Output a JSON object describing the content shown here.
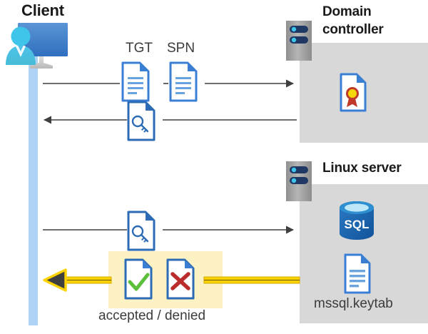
{
  "diagram": {
    "type": "kerberos-authentication-flow",
    "background": "#ffffff",
    "colors": {
      "panel_gray": "#d8d8d8",
      "lifeline_blue": "#aed2f5",
      "highlight_yellow": "#fdf2c3",
      "arrow_gray": "#3f3f3f",
      "arrow_yellow": "#f5c400",
      "doc_blue": "#3b7fd4",
      "accept_green": "#5cbf3a",
      "deny_red": "#c0392b",
      "sql_blue": "#1f63ad",
      "cert_gold": "#f2c811",
      "cert_red": "#c0392b",
      "server_gray": "#9a9a9a",
      "server_navy": "#1f3864"
    }
  },
  "client": {
    "title": "Client",
    "avatar_icon": "user-with-monitor-icon"
  },
  "domain_controller": {
    "title_line1": "Domain",
    "title_line2": "controller",
    "server_icon": "server-rack-icon",
    "contents": [
      {
        "icon": "certificate-document-icon",
        "label": ""
      }
    ]
  },
  "linux_server": {
    "title": "Linux server",
    "server_icon": "server-rack-icon",
    "contents": [
      {
        "icon": "sql-database-icon",
        "label": "SQL"
      },
      {
        "icon": "keytab-document-icon",
        "label": "mssql.keytab"
      }
    ]
  },
  "flows": [
    {
      "id": "flow-1",
      "direction": "client-to-domain-controller",
      "style": "thin-gray-arrow",
      "badges": [
        {
          "label": "TGT",
          "icon": "text-document-icon"
        },
        {
          "label": "SPN",
          "icon": "text-document-icon"
        }
      ]
    },
    {
      "id": "flow-2",
      "direction": "domain-controller-to-client",
      "style": "thin-gray-arrow",
      "badges": [
        {
          "label": "",
          "icon": "key-document-icon"
        }
      ]
    },
    {
      "id": "flow-3",
      "direction": "client-to-linux-server",
      "style": "thin-gray-arrow",
      "badges": [
        {
          "label": "",
          "icon": "key-document-icon"
        }
      ]
    },
    {
      "id": "flow-4",
      "direction": "linux-server-to-client",
      "style": "thick-yellow-arrow",
      "caption": "accepted / denied",
      "badges": [
        {
          "label": "",
          "icon": "accepted-document-icon"
        },
        {
          "label": "",
          "icon": "denied-document-icon"
        }
      ]
    }
  ],
  "labels": {
    "tgt": "TGT",
    "spn": "SPN",
    "accepted_denied": "accepted / denied",
    "mssql_keytab": "mssql.keytab",
    "sql": "SQL"
  }
}
